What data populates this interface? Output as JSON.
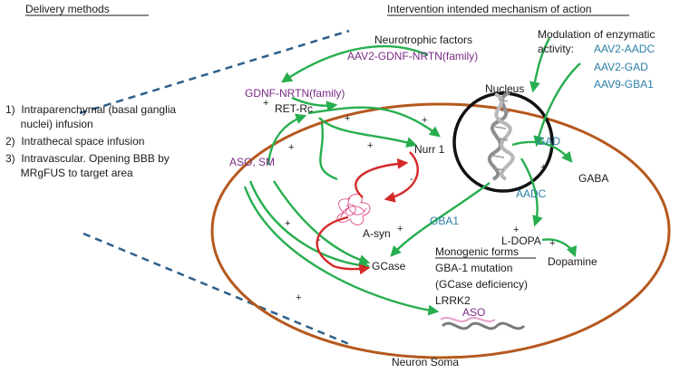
{
  "headers": {
    "left": "Delivery methods",
    "right": "Intervention intended mechanism of action"
  },
  "delivery_methods": [
    "1)  Intraparenchymal (basal ganglia",
    "     nuclei) infusion",
    "2)  Intrathecal space infusion",
    "3)  Intravascular. Opening BBB by",
    "     MRgFUS to target area"
  ],
  "labels": {
    "neurotrophic_factors": "Neurotrophic factors",
    "aav2_gdnf": "AAV2-GDNF-NRTN(family)",
    "modulation_line1": "Modulation of enzymatic",
    "modulation_line2": "activity:",
    "aav2_aadc": "AAV2-AADC",
    "aav2_gad": "AAV2-GAD",
    "aav9_gba1": "AAV9-GBA1",
    "gdnf_nrtn": "GDNF-NRTN(family)",
    "ret_rc": "RET-Rc",
    "nucleus": "Nucleus",
    "gad": "GAD",
    "gaba": "GABA",
    "aadc": "AADC",
    "nurr1": "Nurr 1",
    "aso_sm": "ASO, SM",
    "a_syn": "A-syn",
    "gba1": "GBA1",
    "l_dopa": "L-DOPA",
    "dopamine": "Dopamine",
    "gcase": "GCase",
    "monogenic_title": "Monogenic forms",
    "monogenic_1": "GBA-1 mutation",
    "monogenic_2": "(GCase deficiency)",
    "monogenic_3": "LRRK2",
    "aso": "ASO",
    "neuron_soma": "Neuron Soma"
  },
  "plus_sign": "+",
  "minus_sign": "-",
  "colors": {
    "arrow_activation": "#27ae4e",
    "arrow_inhibition": "#d42a2a",
    "cell_membrane": "#b5581e",
    "nucleus_border": "#111111",
    "therapy_purple": "#7a2a86",
    "enzyme_blue": "#2b7fa6",
    "dashed_line": "#2d5f8a"
  }
}
